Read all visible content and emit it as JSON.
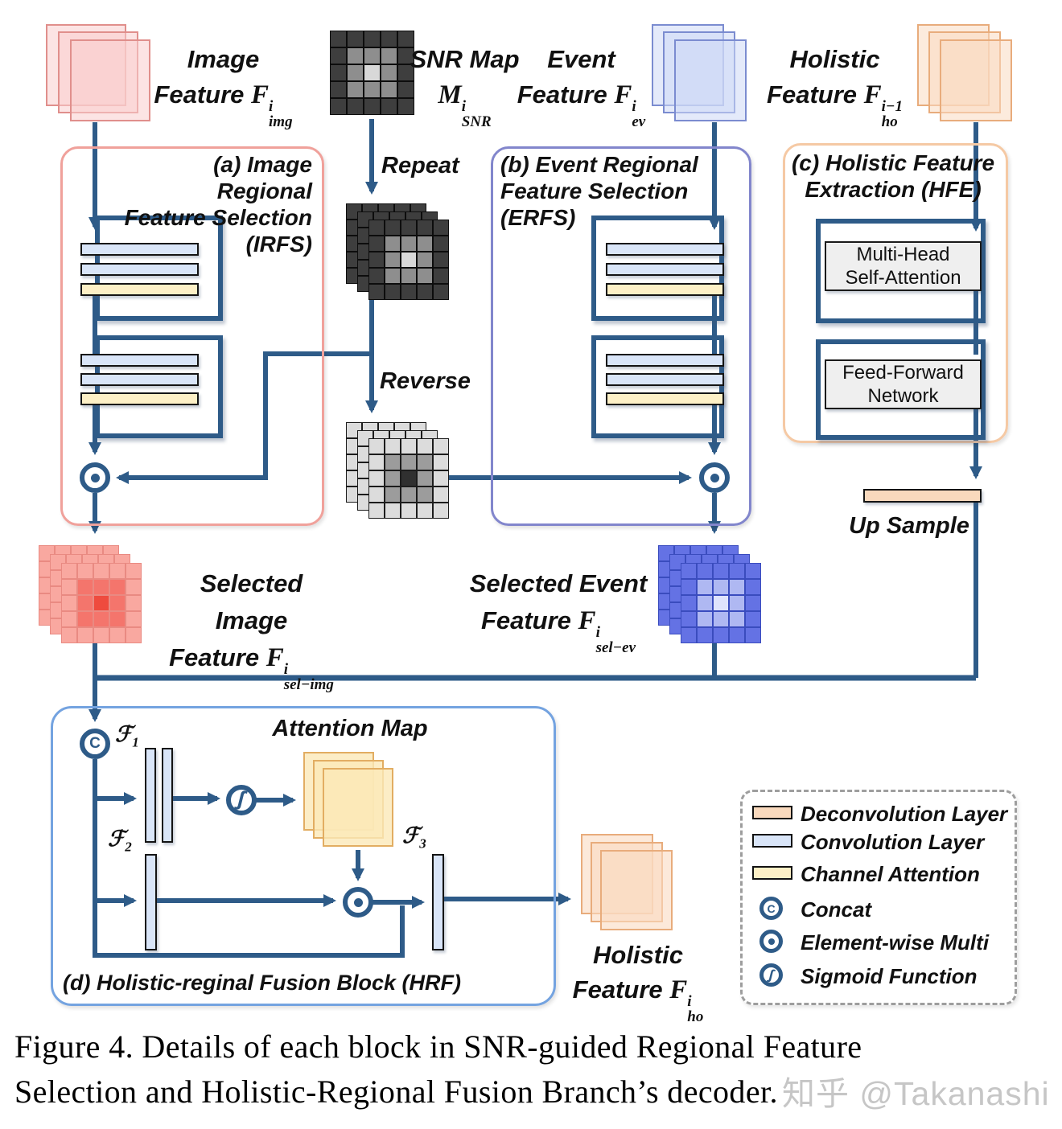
{
  "colors": {
    "navy": "#2E5B88",
    "irfs_border": "#F0A19B",
    "erfs_border": "#8286CC",
    "hfe_border": "#F5C9A4",
    "hrf_border": "#74A3E0",
    "conv_fill": "#D9E5F8",
    "deconv_fill": "#F9D9BD",
    "channel_attention_fill": "#FDF0C6",
    "gray_box_fill": "#EFEFEF",
    "legend_border": "#9E9E9E",
    "watermark_gray": "#C6C6C6"
  },
  "top_row": {
    "image_feature": {
      "line1": "Image",
      "line2": "Feature",
      "sym": "F",
      "sup": "i",
      "sub": "img"
    },
    "snr_map": {
      "line1": "SNR Map",
      "sym": "M",
      "sup": "i",
      "sub": "SNR"
    },
    "event_feature": {
      "line1": "Event",
      "line2": "Feature",
      "sym": "F",
      "sup": "i",
      "sub": "ev"
    },
    "holistic_feature": {
      "line1": "Holistic",
      "line2": "Feature",
      "sym": "F",
      "sup": "i−1",
      "sub": "ho"
    }
  },
  "ops": {
    "repeat": "Repeat",
    "reverse": "Reverse",
    "upsample": "Up Sample"
  },
  "blocks": {
    "irfs_title": [
      "(a) Image Regional",
      "Feature Selection",
      "(IRFS)"
    ],
    "erfs_title": [
      "(b) Event Regional",
      "Feature Selection",
      "(ERFS)"
    ],
    "hfe_title": [
      "(c) Holistic Feature",
      "Extraction (HFE)"
    ],
    "hrf_title": "(d) Holistic-reginal Fusion Block (HRF)",
    "mhsa": {
      "line1": "Multi-Head",
      "line2": "Self-Attention"
    },
    "ffn": {
      "line1": "Feed-Forward",
      "line2": "Network"
    }
  },
  "hrf": {
    "attention_map": "Attention Map",
    "f1": {
      "sym": "ℱ",
      "sub": "1"
    },
    "f2": {
      "sym": "ℱ",
      "sub": "2"
    },
    "f3": {
      "sym": "ℱ",
      "sub": "3"
    }
  },
  "outputs": {
    "selected_image": {
      "line1": "Selected Image",
      "line2": "Feature",
      "sym": "F",
      "sup": "i",
      "sub": "sel−img"
    },
    "selected_event": {
      "line1": "Selected Event",
      "line2": "Feature",
      "sym": "F",
      "sup": "i",
      "sub": "sel−ev"
    },
    "holistic_out": {
      "line1": "Holistic",
      "line2": "Feature",
      "sym": "F",
      "sup": "i",
      "sub": "ho"
    }
  },
  "icons": {
    "concat_letter": "C",
    "sigmoid_glyph": "∫"
  },
  "legend": {
    "items": [
      {
        "label": "Deconvolution Layer"
      },
      {
        "label": "Convolution Layer"
      },
      {
        "label": "Channel Attention"
      },
      {
        "label": "Concat"
      },
      {
        "label": "Element-wise Multi"
      },
      {
        "label": "Sigmoid Function"
      }
    ]
  },
  "caption": {
    "line1": "Figure 4.  Details of each block in SNR-guided Regional Feature",
    "line2": "Selection and Holistic-Regional Fusion Branch’s decoder."
  },
  "watermark": "知乎 @Takanashi",
  "grids": {
    "snr": {
      "cell": 21,
      "border": "#0d0d0d",
      "palette": [
        "#3E3E3E",
        "#8E8E8E",
        "#D8D8D8"
      ],
      "pattern": [
        [
          0,
          0,
          0,
          0,
          0
        ],
        [
          0,
          1,
          1,
          1,
          0
        ],
        [
          0,
          1,
          2,
          1,
          0
        ],
        [
          0,
          1,
          1,
          1,
          0
        ],
        [
          0,
          0,
          0,
          0,
          0
        ]
      ]
    },
    "repeat": {
      "cell": 20,
      "border": "#0d0d0d",
      "palette": [
        "#3E3E3E",
        "#8E8E8E",
        "#D8D8D8"
      ],
      "pattern": [
        [
          0,
          0,
          0,
          0,
          0
        ],
        [
          0,
          1,
          1,
          1,
          0
        ],
        [
          0,
          1,
          2,
          1,
          0
        ],
        [
          0,
          1,
          1,
          1,
          0
        ],
        [
          0,
          0,
          0,
          0,
          0
        ]
      ]
    },
    "reverse": {
      "cell": 20,
      "border": "#1c1c1c",
      "palette": [
        "#DCDCDC",
        "#9C9C9C",
        "#303030"
      ],
      "pattern": [
        [
          0,
          0,
          0,
          0,
          0
        ],
        [
          0,
          1,
          1,
          1,
          0
        ],
        [
          0,
          1,
          2,
          1,
          0
        ],
        [
          0,
          1,
          1,
          1,
          0
        ],
        [
          0,
          0,
          0,
          0,
          0
        ]
      ]
    },
    "sel_img": {
      "cell": 20,
      "border": "#E98A82",
      "palette": [
        "#F9A8A0",
        "#F4756C",
        "#EF4B3E"
      ],
      "pattern": [
        [
          0,
          0,
          0,
          0,
          0
        ],
        [
          0,
          1,
          1,
          1,
          0
        ],
        [
          0,
          1,
          2,
          1,
          0
        ],
        [
          0,
          1,
          1,
          1,
          0
        ],
        [
          0,
          0,
          0,
          0,
          0
        ]
      ]
    },
    "sel_ev": {
      "cell": 20,
      "border": "#3A4CBE",
      "palette": [
        "#6472E4",
        "#AFB8F2",
        "#DFE3FC"
      ],
      "pattern": [
        [
          0,
          0,
          0,
          0,
          0
        ],
        [
          0,
          1,
          1,
          1,
          0
        ],
        [
          0,
          1,
          2,
          1,
          0
        ],
        [
          0,
          1,
          1,
          1,
          0
        ],
        [
          0,
          0,
          0,
          0,
          0
        ]
      ]
    }
  }
}
